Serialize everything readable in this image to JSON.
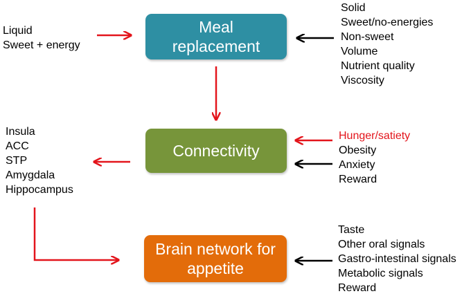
{
  "colors": {
    "meal_box": "#2e8fa3",
    "connectivity_box": "#77953a",
    "brain_box": "#e36c0a",
    "red_arrow": "#e3141b",
    "black_arrow": "#000000",
    "highlight_text": "#e3141b"
  },
  "boxes": {
    "meal": "Meal\nreplacement",
    "connectivity": "Connectivity",
    "brain": "Brain network for\nappetite"
  },
  "lists": {
    "liquid": [
      "Liquid",
      "Sweet + energy"
    ],
    "meal_inputs": [
      "Solid",
      "Sweet/no-energies",
      "Non-sweet",
      "Volume",
      "Nutrient quality",
      "Viscosity"
    ],
    "connectivity_regions": [
      "Insula",
      "ACC",
      "STP",
      "Amygdala",
      "Hippocampus"
    ],
    "connectivity_inputs": [
      "Hunger/satiety",
      "Obesity",
      "Anxiety",
      "Reward"
    ],
    "brain_inputs": [
      "Taste",
      "Other oral signals",
      "Gastro-intestinal signals",
      "Metabolic signals",
      "Reward"
    ]
  }
}
